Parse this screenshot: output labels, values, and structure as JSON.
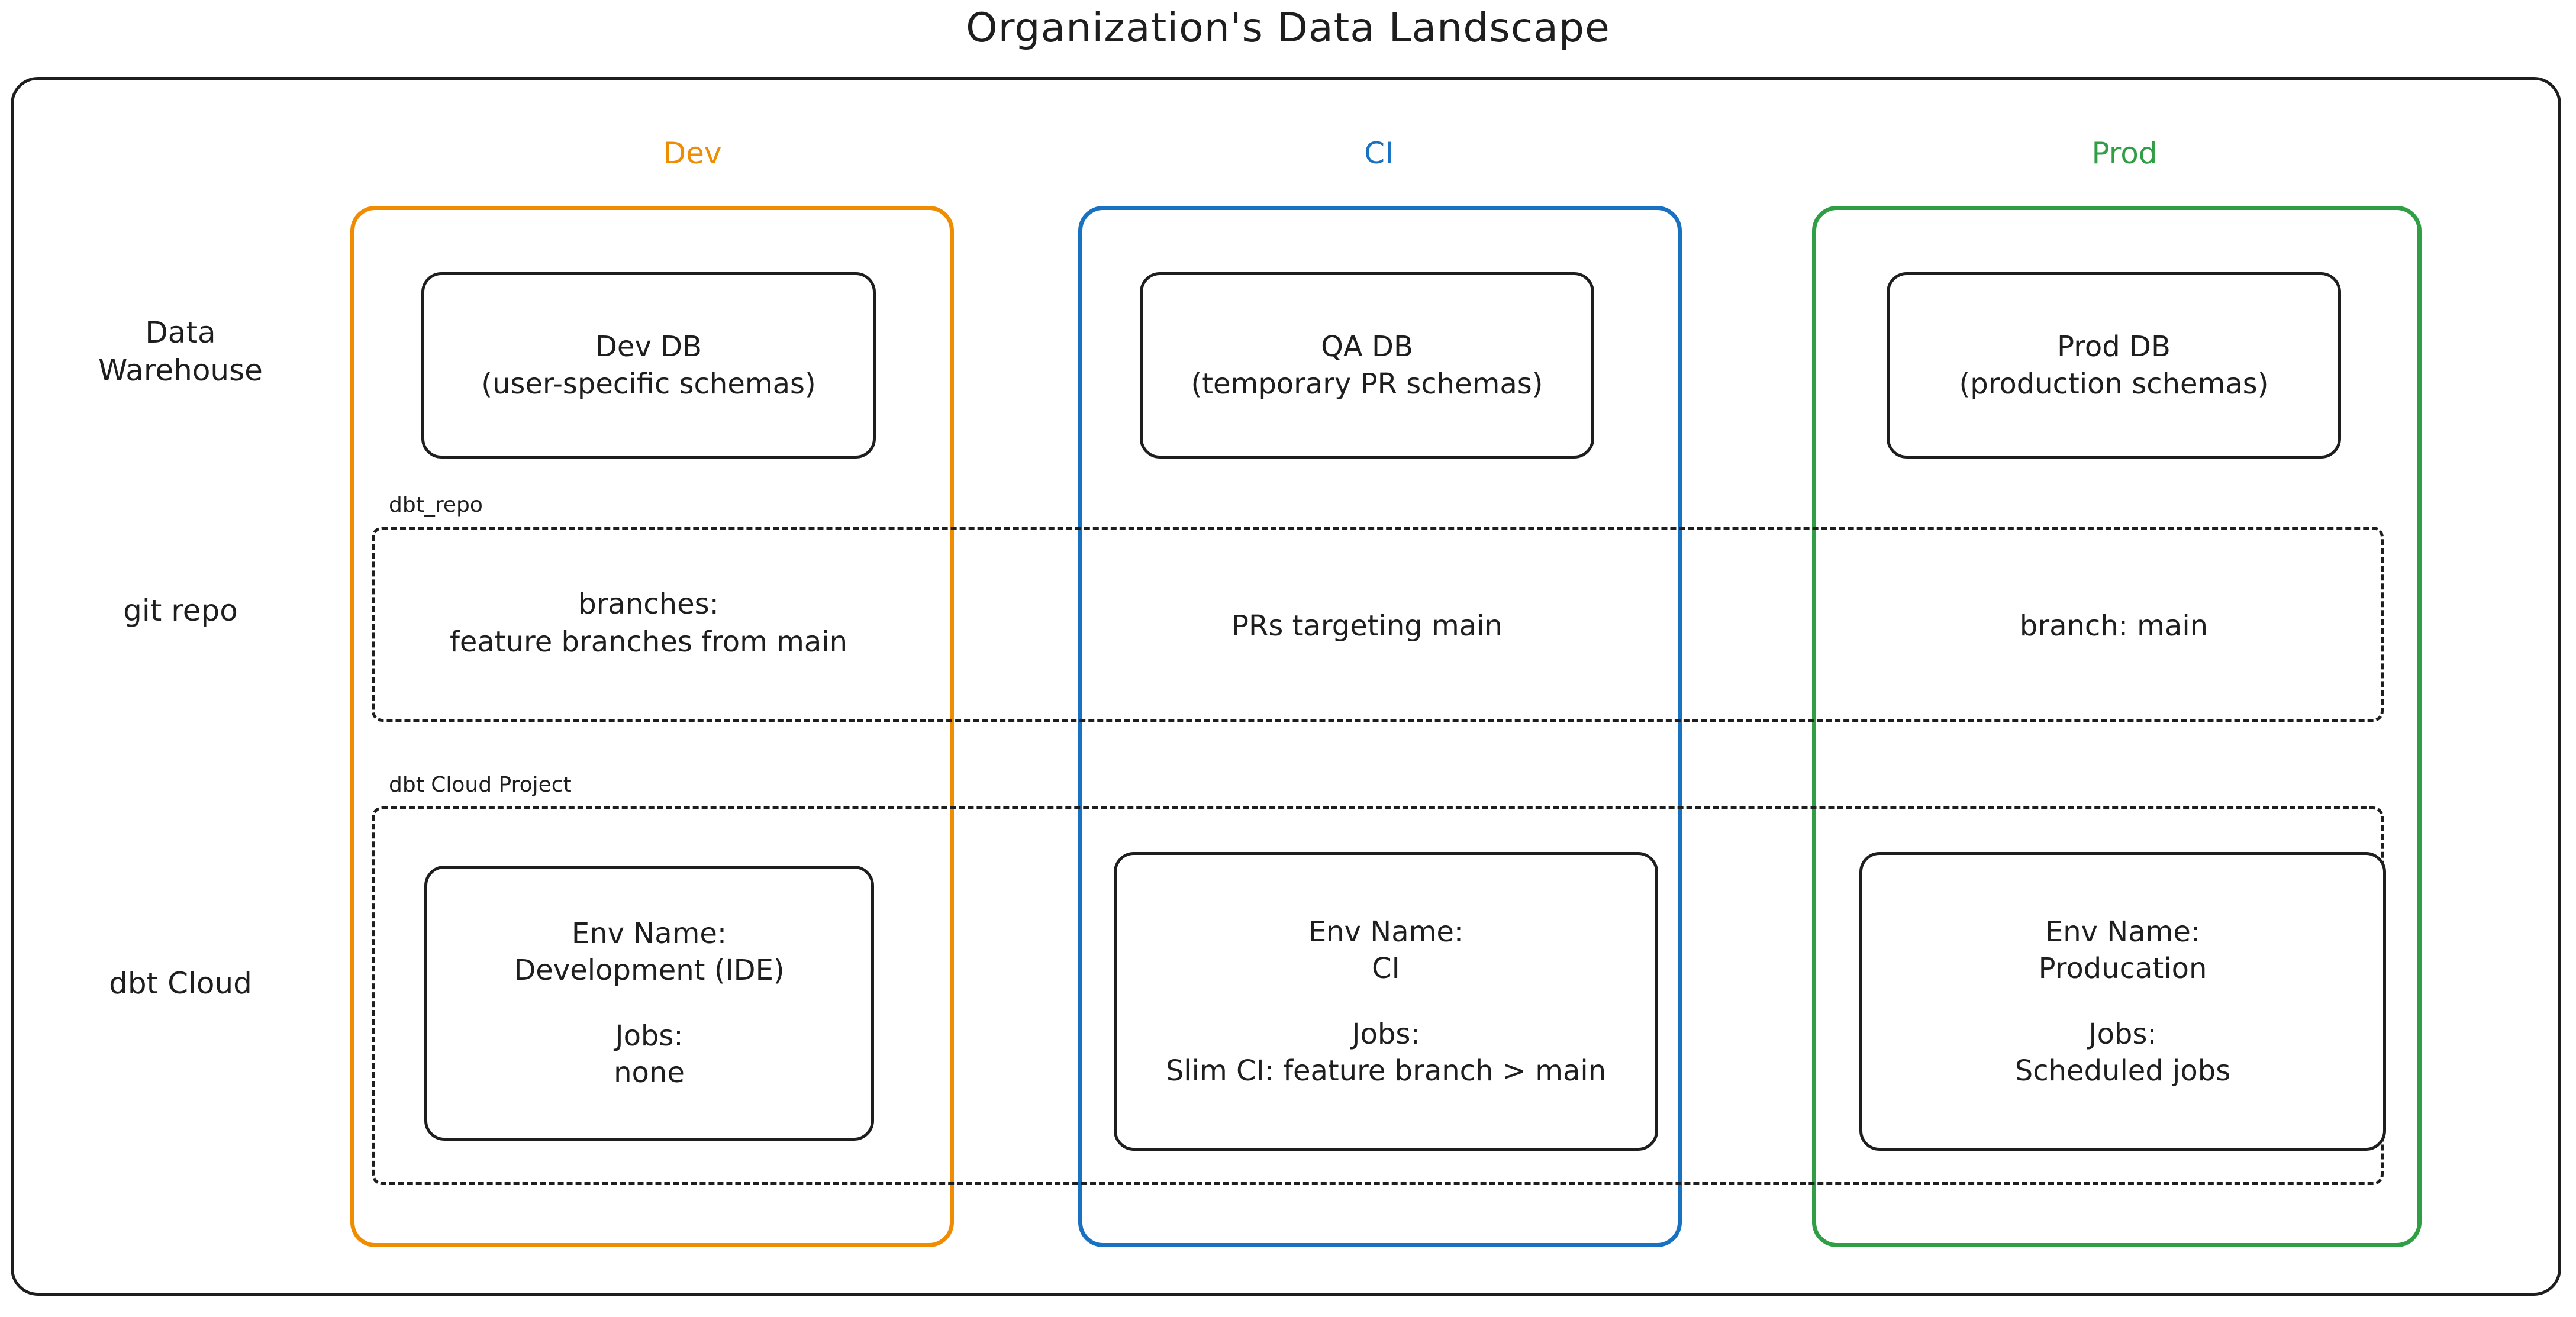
{
  "title": "Organization's Data Landscape",
  "colors": {
    "dev": "#f08c00",
    "ci": "#1971c2",
    "prod": "#2f9e44",
    "stroke": "#1e1e1e",
    "background": "#ffffff"
  },
  "columns": [
    {
      "key": "dev",
      "header": "Dev"
    },
    {
      "key": "ci",
      "header": "CI"
    },
    {
      "key": "prod",
      "header": "Prod"
    }
  ],
  "rows": [
    {
      "key": "warehouse",
      "label_line1": "Data",
      "label_line2": "Warehouse"
    },
    {
      "key": "git",
      "label_line1": "git repo",
      "label_line2": ""
    },
    {
      "key": "dbtcloud",
      "label_line1": "dbt Cloud",
      "label_line2": ""
    }
  ],
  "groups": {
    "git_repo": {
      "label": "dbt_repo"
    },
    "dbt_cloud_project": {
      "label": "dbt Cloud Project"
    }
  },
  "warehouse": {
    "dev": {
      "line1": "Dev DB",
      "line2": "(user-specific schemas)"
    },
    "ci": {
      "line1": "QA DB",
      "line2": "(temporary PR schemas)"
    },
    "prod": {
      "line1": "Prod DB",
      "line2": "(production schemas)"
    }
  },
  "git_repo": {
    "dev": {
      "line1": "branches:",
      "line2": "feature branches from main"
    },
    "ci": {
      "line1": "PRs targeting main",
      "line2": ""
    },
    "prod": {
      "line1": "branch: main",
      "line2": ""
    }
  },
  "dbt_cloud": {
    "dev": {
      "env_label": "Env Name:",
      "env_value": "Development (IDE)",
      "jobs_label": "Jobs:",
      "jobs_value": "none"
    },
    "ci": {
      "env_label": "Env Name:",
      "env_value": "CI",
      "jobs_label": "Jobs:",
      "jobs_value": "Slim CI: feature branch > main"
    },
    "prod": {
      "env_label": "Env Name:",
      "env_value": "Producation",
      "jobs_label": "Jobs:",
      "jobs_value": "Scheduled jobs"
    }
  }
}
